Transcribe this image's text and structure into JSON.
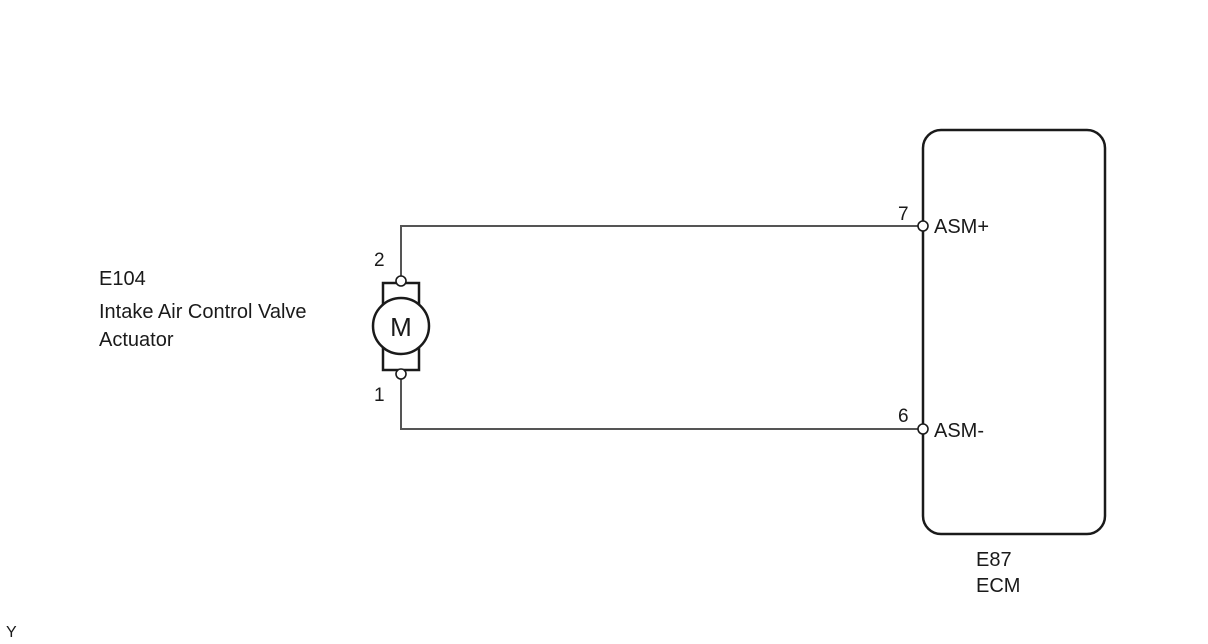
{
  "actuator": {
    "code": "E104",
    "name_line1": "Intake Air Control Valve",
    "name_line2": "Actuator",
    "motor_symbol": "M",
    "pin_top": "2",
    "pin_bottom": "1"
  },
  "ecm": {
    "code": "E87",
    "name": "ECM",
    "pins": [
      {
        "number": "7",
        "signal": "ASM+"
      },
      {
        "number": "6",
        "signal": "ASM-"
      }
    ]
  },
  "wire_color_code": "Y",
  "colors": {
    "line": "#1a1a1a",
    "wire": "#555555"
  }
}
